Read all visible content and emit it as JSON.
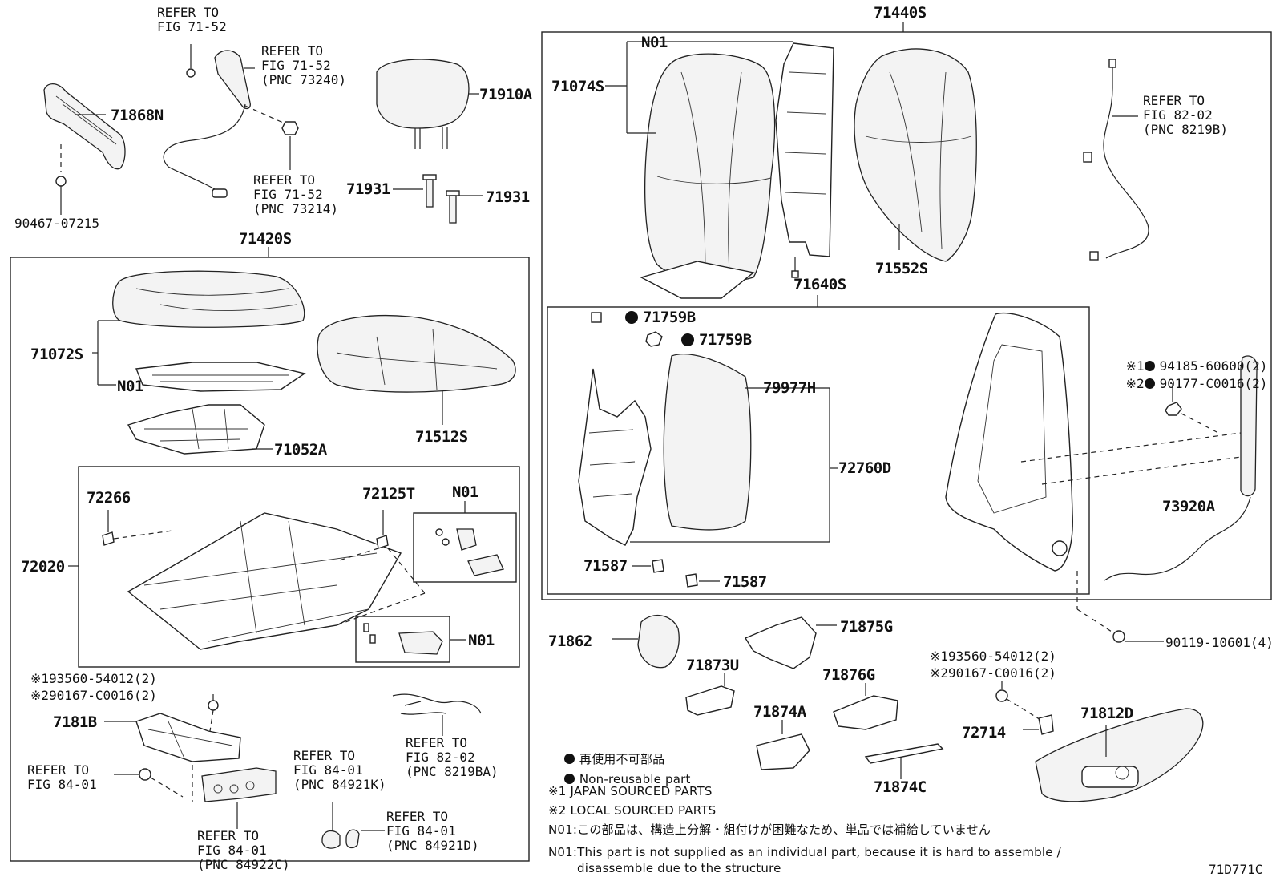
{
  "labels": {
    "p71868N": "71868N",
    "p90467": "90467-07215",
    "ref_71_52_a": "REFER TO\nFIG 71-52",
    "ref_71_52_b": "REFER TO\nFIG 71-52\n(PNC 73240)",
    "ref_71_52_c": "REFER TO\nFIG 71-52\n(PNC 73214)",
    "p71910A": "71910A",
    "p71931_l": "71931",
    "p71931_r": "71931",
    "p71420S": "71420S",
    "p71072S": "71072S",
    "n01_seat": "N01",
    "p71052A": "71052A",
    "p71512S": "71512S",
    "p72266": "72266",
    "p72125T": "72125T",
    "n01_box1": "N01",
    "n01_box2": "N01",
    "p72020": "72020",
    "ref_jp1_l": "※193560-54012(2)",
    "ref_jp2_l": "※290167-C0016(2)",
    "p7181B": "7181B",
    "ref_84_01_a": "REFER TO\nFIG 84-01",
    "ref_84_01_b": "REFER TO\nFIG 84-01\n(PNC 84922C)",
    "ref_84_01_c": "REFER TO\nFIG 84-01\n(PNC 84921K)",
    "ref_84_01_d": "REFER TO\nFIG 84-01\n(PNC 84921D)",
    "ref_82_02_a": "REFER TO\nFIG 82-02\n(PNC 8219BA)",
    "p71440S": "71440S",
    "n01_back": "N01",
    "p71074S": "71074S",
    "p71552S": "71552S",
    "ref_82_02_b": "REFER TO\nFIG 82-02\n(PNC 8219B)",
    "p71640S": "71640S",
    "p71759B_1": "71759B",
    "p71759B_2": "71759B",
    "p79977H": "79977H",
    "p72760D": "72760D",
    "p71587_l": "71587",
    "p71587_r": "71587",
    "ref_jp1_r": "※1",
    "p94185": "94185-60600(2)",
    "ref_jp2_r": "※2",
    "p90177": "90177-C0016(2)",
    "p73920A": "73920A",
    "p90119": "90119-10601(4)",
    "p71862": "71862",
    "p71875G": "71875G",
    "p71873U": "71873U",
    "p71876G": "71876G",
    "p71874A": "71874A",
    "p71874C": "71874C",
    "ref_jp1_b": "※193560-54012(2)",
    "ref_jp2_b": "※290167-C0016(2)",
    "p72714": "72714",
    "p71812D": "71812D"
  },
  "legend": {
    "reuse_jp": "再使用不可部品",
    "reuse_en": "Non-reusable part",
    "src1": "※1 JAPAN SOURCED PARTS",
    "src2": "※2 LOCAL SOURCED PARTS",
    "n01_jp": "N01:この部品は、構造上分解・組付けが困難なため、単品では補給していません",
    "n01_en1": "N01:This part is not supplied as an individual part, because it is hard to assemble /",
    "n01_en2": "disassemble due to the structure"
  },
  "figure_id": "71D771C"
}
